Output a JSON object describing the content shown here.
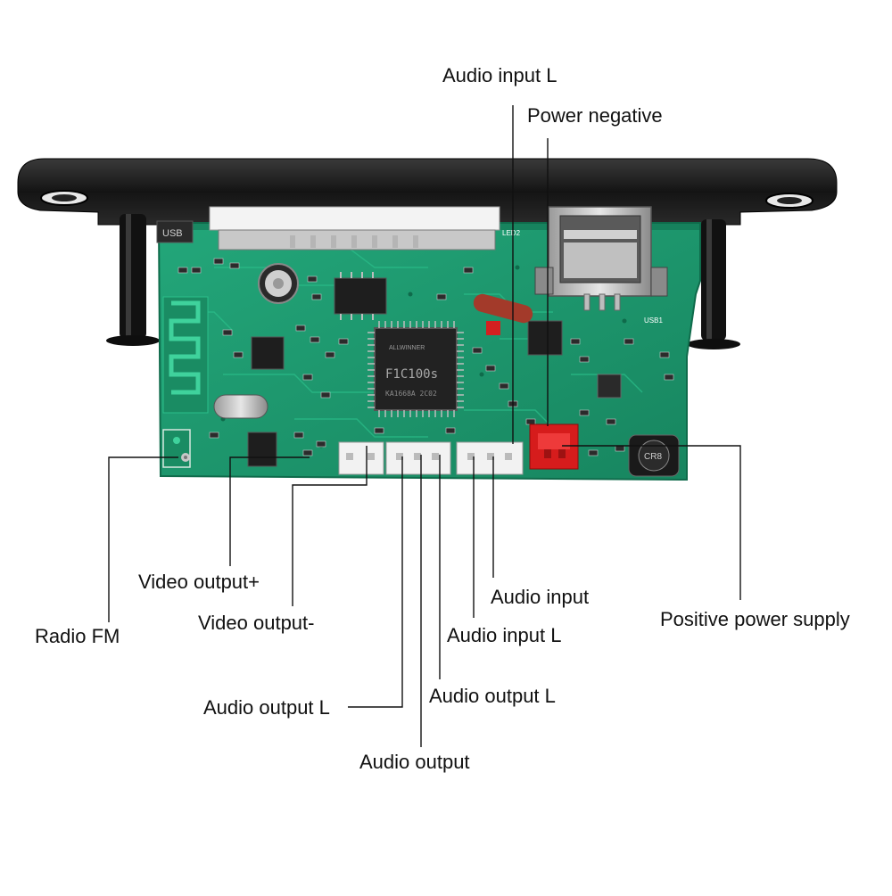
{
  "labels": {
    "audio_input_l_top": "Audio input L",
    "power_negative": "Power negative",
    "video_output_plus": "Video output+",
    "video_output_minus": "Video output-",
    "radio_fm": "Radio FM",
    "audio_input": "Audio input",
    "audio_input_l": "Audio input L",
    "positive_power_supply": "Positive power supply",
    "audio_output_l_left": "Audio output L",
    "audio_output_l_right": "Audio output L",
    "audio_output": "Audio output"
  },
  "chip": {
    "brand": "ALLWINNER",
    "model": "F1C100s",
    "code": "KA1668A  2C02"
  },
  "silkscreen": {
    "usb_port": "USB",
    "usb_label": "USB1",
    "led": "LED2",
    "cr8": "CR8"
  },
  "colors": {
    "board": "#1f9a70",
    "bezel": "#1c1c1c",
    "red_connector": "#d61c1c",
    "white_connector": "#f2f2f2"
  }
}
